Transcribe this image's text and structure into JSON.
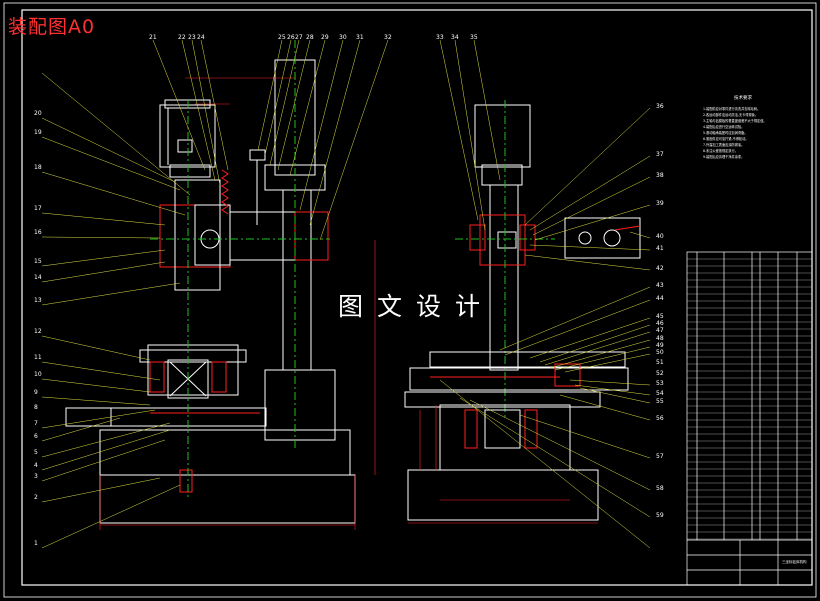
{
  "sheet_title": "装配图A0",
  "watermark": "图文设计",
  "balloons_left": [
    "1",
    "2",
    "3",
    "4",
    "5",
    "6",
    "7",
    "8",
    "9",
    "10",
    "11",
    "12",
    "13",
    "14",
    "15",
    "16",
    "17",
    "18",
    "19",
    "20"
  ],
  "balloons_top_left": [
    "21",
    "22",
    "23",
    "24",
    "25",
    "26",
    "27",
    "28",
    "29",
    "30",
    "31",
    "32"
  ],
  "balloons_top_right": [
    "33",
    "34",
    "35"
  ],
  "balloons_right": [
    "36",
    "37",
    "38",
    "39",
    "40",
    "41",
    "42",
    "43",
    "44",
    "45",
    "46",
    "47",
    "48",
    "49",
    "50",
    "51",
    "52",
    "53",
    "54",
    "55",
    "56",
    "57",
    "58",
    "59"
  ],
  "tech_requirements": {
    "heading": "技术要求",
    "lines": [
      "1.装配前应对零件进行清洗并去除毛刺。",
      "2.各运动部件应运动灵活,无卡滞现象。",
      "3.主轴与钻模板的垂直度误差不大于规定值。",
      "4.装配后应进行空运转试验。",
      "5.滚动轴承装配时应加润滑脂。",
      "6.紧固件应可靠拧紧,不得松动。",
      "7.外露加工表面应涂防锈油。",
      "8.未注公差按规定执行。",
      "9.装配后应清理干净并涂漆。"
    ]
  },
  "title_block": {
    "drawing_name": "三坐标钻床机构"
  }
}
